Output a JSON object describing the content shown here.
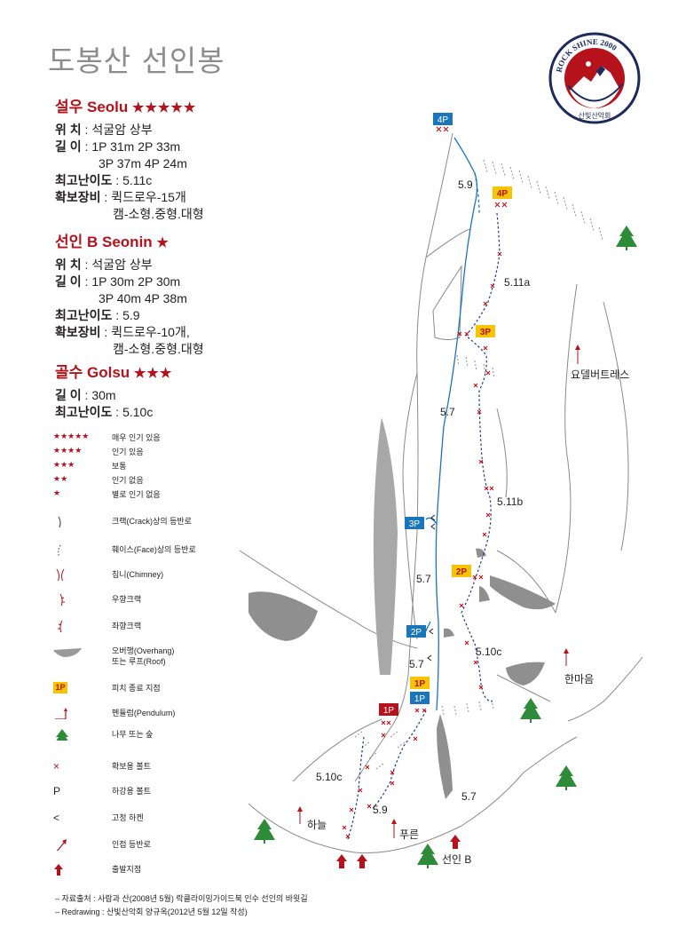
{
  "title": "도봉산 선인봉",
  "logo": {
    "top_text": "ROCK SHINE 2000",
    "bottom_text": "산빛산악회"
  },
  "routes": [
    {
      "name": "설우 Seolu",
      "stars": "★★★★★",
      "lines": [
        {
          "label": "위 치",
          "value": "석굴암 상부"
        },
        {
          "label": "길 이",
          "value": "1P 31m  2P 33m"
        },
        {
          "label": "",
          "value": "3P 37m  4P 24m"
        },
        {
          "label": "최고난이도",
          "value": "5.11c"
        },
        {
          "label": "확보장비",
          "value": "퀵드로우-15개"
        },
        {
          "label": "",
          "value": "캠-소형.중형.대형"
        }
      ]
    },
    {
      "name": "선인 B Seonin",
      "stars": "★",
      "lines": [
        {
          "label": "위 치",
          "value": "석굴암 상부"
        },
        {
          "label": "길 이",
          "value": "1P 30m  2P 30m"
        },
        {
          "label": "",
          "value": "3P 40m  4P 38m"
        },
        {
          "label": "최고난이도",
          "value": "5.9"
        },
        {
          "label": "확보장비",
          "value": "퀵드로우-10개,"
        },
        {
          "label": "",
          "value": "캠-소형.중형.대형"
        }
      ]
    },
    {
      "name": "골수 Golsu",
      "stars": "★★★",
      "lines": [
        {
          "label": "길 이",
          "value": "30m"
        },
        {
          "label": "최고난이도",
          "value": "5.10c"
        }
      ]
    }
  ],
  "legend": [
    {
      "symbol": "★★★★★",
      "label": "매우 인기 있음"
    },
    {
      "symbol": "★★★★",
      "label": "인기 있음"
    },
    {
      "symbol": "★★★",
      "label": "보통"
    },
    {
      "symbol": "★★",
      "label": "인기 없음"
    },
    {
      "symbol": "★",
      "label": "별로 인기 없음"
    },
    {
      "symbol": "crack-icon",
      "label": "크랙(Crack)상의 등반로"
    },
    {
      "symbol": "face-icon",
      "label": "훼이스(Face)상의 등반로"
    },
    {
      "symbol": "chimney-icon",
      "label": "침니(Chimney)"
    },
    {
      "symbol": "right-crack-icon",
      "label": "우향크랙"
    },
    {
      "symbol": "left-crack-icon",
      "label": "좌향크랙"
    },
    {
      "symbol": "overhang-icon",
      "label": "오버행(Overhang)"
    },
    {
      "symbol": "1P",
      "label": "피치 종료 지점"
    },
    {
      "symbol": "pendulum-icon",
      "label": "펜듈럼(Pendulum)"
    },
    {
      "symbol": "tree-icon",
      "label": "나무 또는 숲"
    },
    {
      "symbol": "×",
      "label": "확보용 볼트"
    },
    {
      "symbol": "P",
      "label": "하강용 볼트"
    },
    {
      "symbol": "<",
      "label": "고정 하켄"
    },
    {
      "symbol": "arrow-icon",
      "label": "인접 등반로"
    },
    {
      "symbol": "start-arrow-icon",
      "label": "출발지점"
    }
  ],
  "legend_overhang_line2": "또는 루프(Roof)",
  "sources": [
    "– 자료출처 : 사람과 산(2008년 5월) 락클라이밍가이드북 인수 선인의 바윗길",
    "– Redrawing : 산빛산악회 양규옥(2012년 5월 12일 작성)"
  ],
  "topo": {
    "pitch_labels": {
      "blue": [
        "4P",
        "3P",
        "2P",
        "1P"
      ],
      "yellow": [
        "4P",
        "3P",
        "2P",
        "1P"
      ],
      "red": [
        "1P"
      ]
    },
    "grades": [
      "5.9",
      "5.11a",
      "5.7",
      "5.11b",
      "5.7",
      "5.10c",
      "5.7",
      "5.10c",
      "5.9",
      "5.7"
    ],
    "place_labels": [
      "요델버트레스",
      "한마음",
      "하늘",
      "푸른",
      "선인 B"
    ]
  },
  "colors": {
    "accent": "#b5121b",
    "blue_route": "#1b75bc",
    "yellow": "#f6c400",
    "title_gray": "#8c8c8c"
  }
}
